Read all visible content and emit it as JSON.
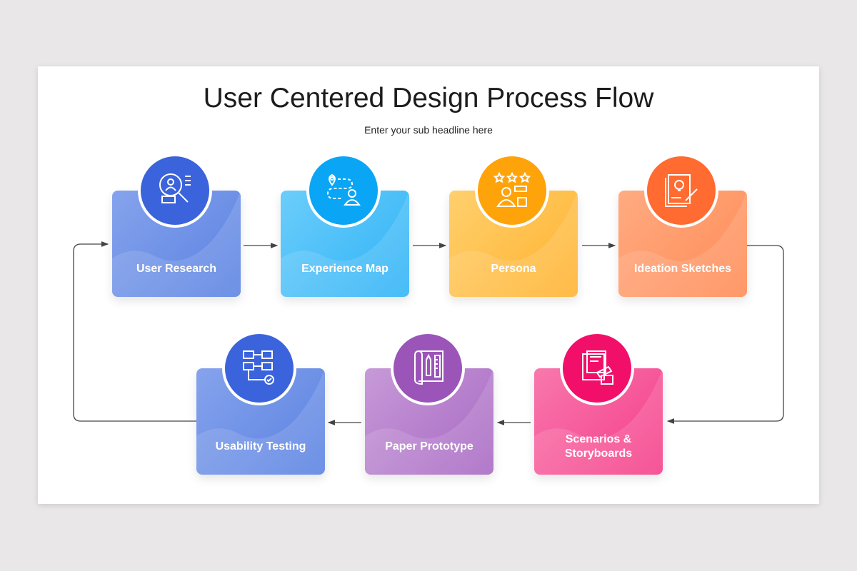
{
  "title": "User Centered Design Process Flow",
  "subtitle": "Enter your sub headline here",
  "steps": [
    {
      "label": "User Research",
      "icon": "user-search-icon",
      "circle_color": "#3a63dc",
      "card_color": "#6a8fe6"
    },
    {
      "label": "Experience Map",
      "icon": "journey-map-icon",
      "circle_color": "#0aa6f5",
      "card_color": "#4cc0f9"
    },
    {
      "label": "Persona",
      "icon": "persona-rating-icon",
      "circle_color": "#ffa30b",
      "card_color": "#ffc04e"
    },
    {
      "label": "Ideation Sketches",
      "icon": "idea-sketch-icon",
      "circle_color": "#ff6b30",
      "card_color": "#ff9a6b"
    },
    {
      "label": "Scenarios & Storyboards",
      "label_line1": "Scenarios &",
      "label_line2": "Storyboards",
      "icon": "storyboard-folder-icon",
      "circle_color": "#f20f6a",
      "card_color": "#f7589b"
    },
    {
      "label": "Paper Prototype",
      "icon": "blueprint-pencil-ruler-icon",
      "circle_color": "#9b55b8",
      "card_color": "#b884cd"
    },
    {
      "label": "Usability Testing",
      "icon": "flowchart-check-icon",
      "circle_color": "#3a63dc",
      "card_color": "#6a8fe6"
    }
  ]
}
